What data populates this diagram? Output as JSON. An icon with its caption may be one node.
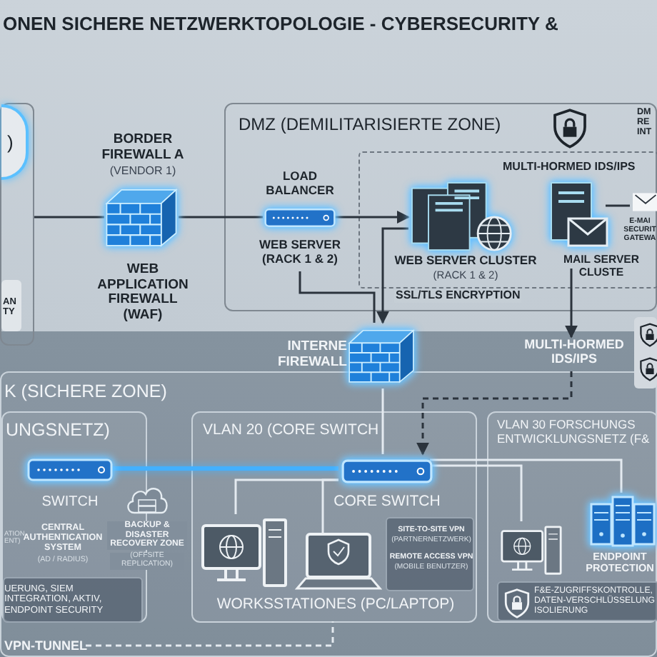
{
  "diagram": {
    "title": "ONEN SICHERE NETZWERKTOPOLOGIE - CYBERSECURITY &",
    "nodes": [
      {
        "text": [],
        "shape": "box"
      },
      {
        "text": [
          ")"
        ],
        "in": 0
      },
      {
        "text": [
          "AN TY"
        ],
        "in": 0
      },
      {
        "text": [
          "BORDER FIREWALL A",
          "(VENDOR 1)",
          "WEB APPLICATION FIREWALL (WAF)"
        ]
      },
      {
        "text": [
          "DMZ (DEMILITARISIERTE ZONE)"
        ]
      },
      {
        "text": [
          "MULTI-HORMED IDS/IPS"
        ],
        "in": 4
      },
      {
        "text": [
          "LOAD BALANCER",
          "WEB SERVER (RACK 1 & 2)"
        ],
        "in": 4
      },
      {
        "text": [
          "WEB SERVER CLUSTER",
          "(RACK 1 & 2)"
        ],
        "in": 5
      },
      {
        "text": [
          "MAIL SERVER CLUSTE"
        ],
        "in": 5
      },
      {
        "text": [
          "E-MAI SECURIT GATEWA"
        ],
        "in": 5
      },
      {
        "text": [
          "INTERNE FIREWALL"
        ]
      },
      {
        "text": [
          "MULTI-HORMED IDS/IPS"
        ]
      },
      {
        "text": [
          "K (SICHERE ZONE)"
        ]
      },
      {
        "text": [
          "UNGSNETZ)"
        ],
        "in": 12
      },
      {
        "text": [
          "SWITCH"
        ],
        "in": 13
      },
      {
        "text": [
          "CENTRAL AUTHENTICATION SYSTEM",
          "(AD / RADIUS)"
        ],
        "in": 13
      },
      {
        "text": [
          "BACKUP & DISASTER RECOVERY ZONE",
          "(OFFSITE REPLICATION)"
        ],
        "in": 12
      },
      {
        "text": [
          "UERUNG, SIEM INTEGRATION, AKTIV, ENDPOINT SECURITY"
        ],
        "in": 13
      },
      {
        "text": [
          "VLAN 20 (CORE SWITCH",
          "WORKSSTATIONES (PC/LAPTOP)"
        ],
        "in": 12
      },
      {
        "text": [
          "CORE SWITCH"
        ],
        "in": 18
      },
      {
        "text": [],
        "shape": "picture",
        "in": 18
      },
      {
        "text": [],
        "shape": "picture",
        "in": 18
      },
      {
        "text": [
          "SITE-TO-SITE VPN",
          "(PARTNERNETZWERK)",
          "REMOTE ACCESS VPN",
          "(MOBILE BENUTZER)"
        ],
        "in": 18
      },
      {
        "text": [
          "VLAN 30 FORSCHUNGS ENTWICKLUNGSNETZ (F&"
        ],
        "in": 12
      },
      {
        "text": [],
        "shape": "picture",
        "in": 23
      },
      {
        "text": [
          "ENDPOINT PROTECTION"
        ],
        "in": 23
      },
      {
        "text": [
          "F&E-ZUGRIFFSKONTROLLE, DATEN-VERSCHLÜSSELUNG ISOLIERUNG"
        ],
        "in": 23
      },
      {
        "text": [
          "VPN-TUNNEL"
        ],
        "in": 12
      }
    ],
    "edges": [
      {
        "from": 0,
        "to": 3,
        "arrow": "none"
      },
      {
        "from": 3,
        "to": 6,
        "arrow": "none"
      },
      {
        "from": 6,
        "to": 7,
        "arrow": "to"
      },
      {
        "from": 8,
        "to": 9,
        "arrow": "none"
      },
      {
        "from": 7,
        "to": 10,
        "arrow": "to",
        "label": "SSL/TLS ENCRYPTION"
      },
      {
        "from": 6,
        "to": 10,
        "arrow": "none"
      },
      {
        "from": 8,
        "to": 11,
        "arrow": "to"
      },
      {
        "from": 10,
        "to": 19,
        "arrow": "none",
        "color": "#e4eaf0"
      },
      {
        "from": 11,
        "to": 19,
        "arrow": "to",
        "style": "dashed"
      },
      {
        "from": 14,
        "to": 19,
        "arrow": "none",
        "style": "thick",
        "color": "#43b0ff"
      },
      {
        "from": 19,
        "to": 20,
        "arrow": "none",
        "color": "#e4eaf0"
      },
      {
        "from": 19,
        "to": 21,
        "arrow": "none",
        "color": "#e4eaf0"
      },
      {
        "from": 19,
        "to": 24,
        "arrow": "none",
        "color": "#e4eaf0"
      },
      {
        "from": 19,
        "to": 25,
        "arrow": "none",
        "color": "#e4eaf0"
      },
      {
        "from": 27,
        "to": 18,
        "arrow": "none",
        "style": "dashed",
        "color": "#e4eaf0"
      }
    ],
    "labels": [
      "DM RE INT",
      "ATION ENT)"
    ]
  }
}
